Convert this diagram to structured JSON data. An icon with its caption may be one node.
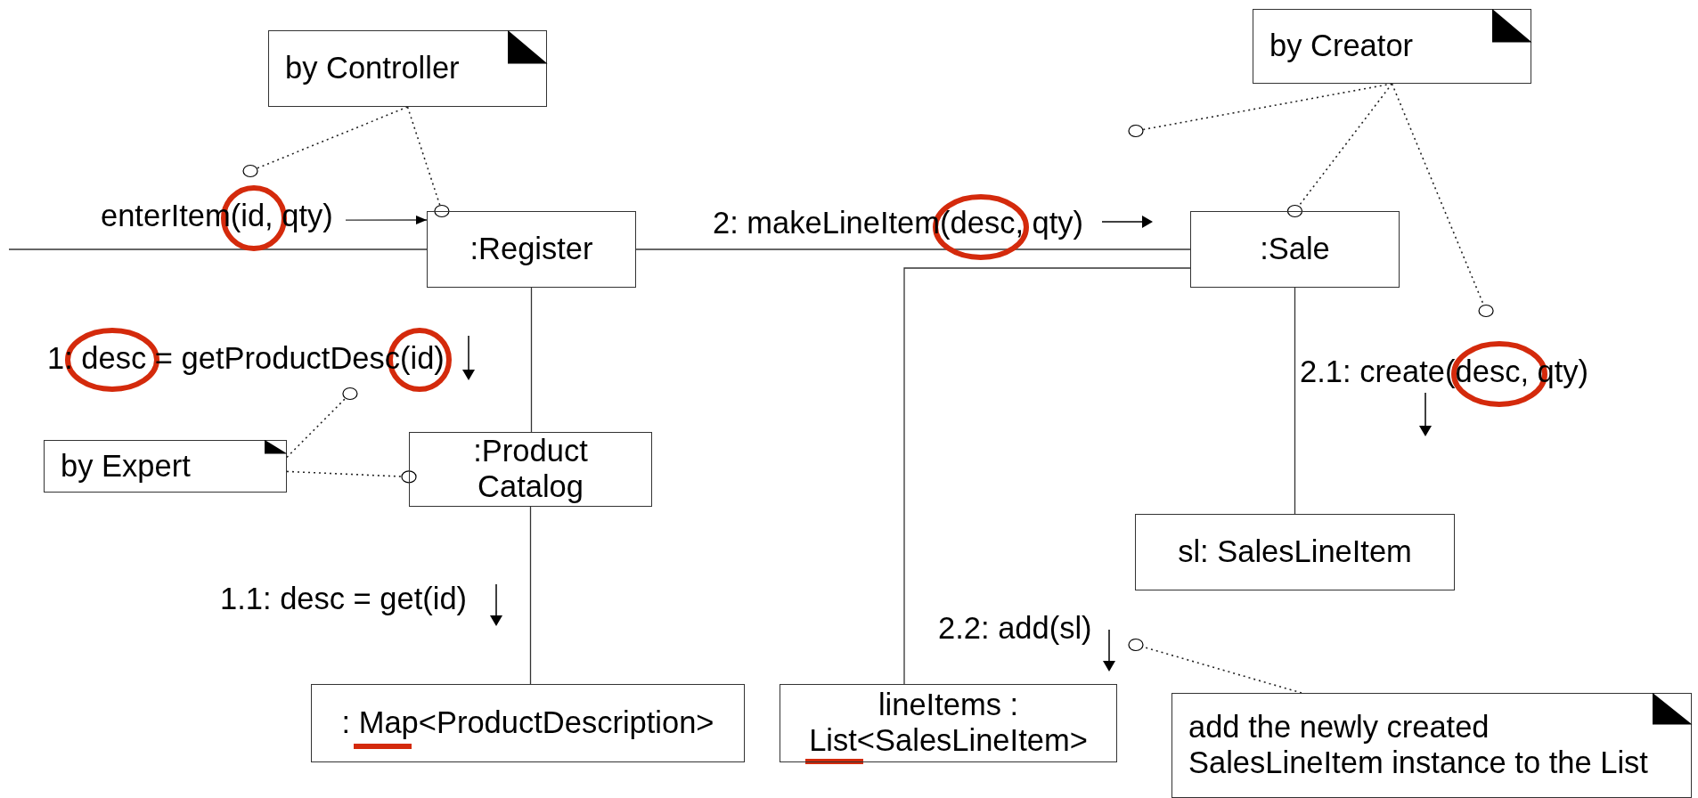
{
  "diagram": {
    "nodes": [
      {
        "text": [
          "by Controller"
        ]
      },
      {
        "text": [
          "by Creator"
        ]
      },
      {
        "text": [
          ":Register"
        ]
      },
      {
        "text": [
          ":Sale"
        ]
      },
      {
        "text": [
          "by Expert"
        ]
      },
      {
        "text": [
          ":Product Catalog"
        ]
      },
      {
        "text": [
          "sl: SalesLineItem"
        ]
      },
      {
        "text": [
          ": Map<ProductDescription>"
        ]
      },
      {
        "text": [
          "lineItems : List<SalesLineItem>"
        ]
      },
      {
        "text": [
          "add the newly created SalesLineItem instance to the List"
        ]
      },
      {
        "text": [
          "enterItem(id, qty)"
        ]
      },
      {
        "text": [
          "1: desc = getProductDesc(id)"
        ]
      },
      {
        "text": [
          "2.1: create(desc, qty)"
        ]
      }
    ],
    "edges": [
      {
        "from": null,
        "to": 2,
        "arrow": "none"
      },
      {
        "from": 2,
        "to": 3,
        "arrow": "none"
      },
      {
        "from": 2,
        "to": 5,
        "arrow": "none"
      },
      {
        "from": 5,
        "to": 7,
        "arrow": "none"
      },
      {
        "from": 3,
        "to": 6,
        "arrow": "none"
      },
      {
        "from": 3,
        "to": 8,
        "arrow": "none"
      },
      {
        "from": 0,
        "to": 10,
        "arrow": "other",
        "style": "dashed"
      },
      {
        "from": 0,
        "to": 2,
        "arrow": "other",
        "style": "dashed"
      },
      {
        "from": 1,
        "to": null,
        "arrow": "other",
        "style": "dashed"
      },
      {
        "from": 1,
        "to": 3,
        "arrow": "other",
        "style": "dashed"
      },
      {
        "from": 1,
        "to": 12,
        "arrow": "other",
        "style": "dashed"
      },
      {
        "from": 4,
        "to": 11,
        "arrow": "other",
        "style": "dashed"
      },
      {
        "from": 4,
        "to": 5,
        "arrow": "other",
        "style": "dashed"
      },
      {
        "from": 9,
        "to": null,
        "arrow": "other",
        "style": "dashed"
      },
      {
        "from": 10,
        "to": 2,
        "arrow": "to"
      }
    ],
    "labels": [
      "2: makeLineItem(desc, qty)",
      "1.1: desc = get(id)",
      "2.2: add(sl)"
    ]
  }
}
